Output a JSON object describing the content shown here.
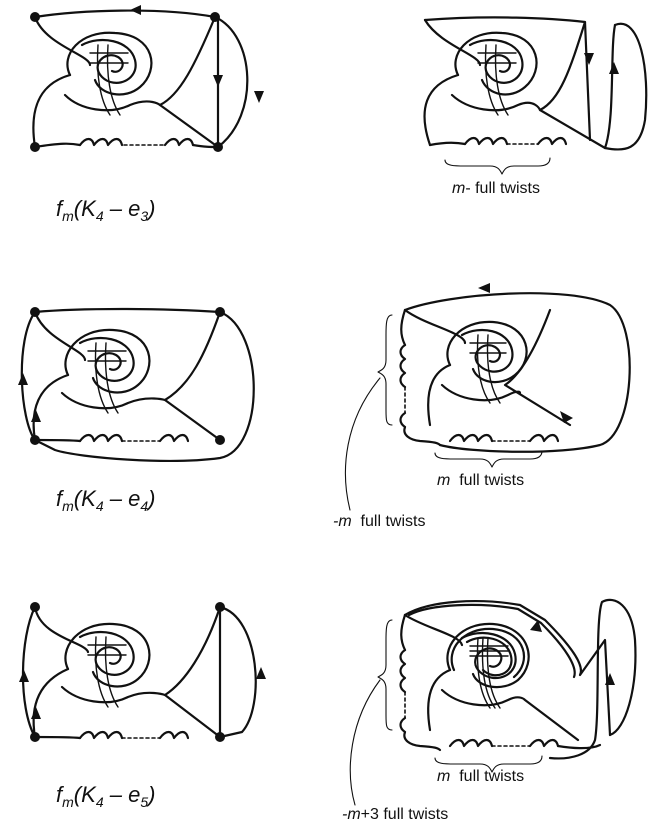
{
  "panels": [
    {
      "left_label": {
        "f": "f",
        "f_sub": "m",
        "open": "(",
        "K": "K",
        "K_sub": "4",
        "dash": " – ",
        "e": "e",
        "e_sub": "3",
        "close": ")"
      },
      "right_labels": [
        {
          "m": "m",
          "text": "- full twists"
        }
      ]
    },
    {
      "left_label": {
        "f": "f",
        "f_sub": "m",
        "open": "(",
        "K": "K",
        "K_sub": "4",
        "dash": " – ",
        "e": "e",
        "e_sub": "4",
        "close": ")"
      },
      "right_labels": [
        {
          "m": "m",
          "text": "  full twists"
        },
        {
          "m": "-m",
          "text": "  full twists"
        }
      ]
    },
    {
      "left_label": {
        "f": "f",
        "f_sub": "m",
        "open": "(",
        "K": "K",
        "K_sub": "4",
        "dash": " – ",
        "e": "e",
        "e_sub": "5",
        "close": ")"
      },
      "right_labels": [
        {
          "m": "m",
          "text": "  full twists"
        },
        {
          "m": "-m",
          "text": "+3 full twists"
        }
      ]
    }
  ]
}
